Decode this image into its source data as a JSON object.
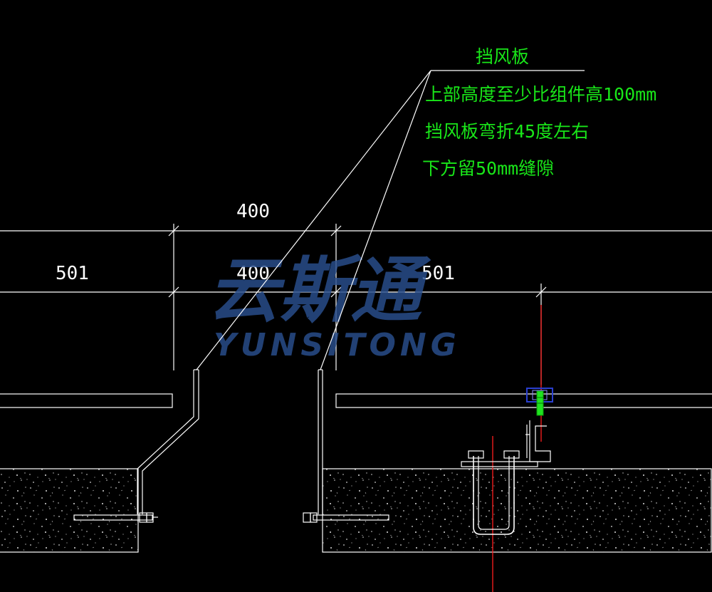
{
  "annotation": {
    "title": "挡风板",
    "lines": [
      "上部高度至少比组件高100mm",
      "挡风板弯折45度左右",
      "下方留50mm缝隙"
    ]
  },
  "dimensions": {
    "top": "400",
    "left": "501",
    "middle": "400",
    "right": "501"
  },
  "watermark": {
    "chinese": "云斯通",
    "english": "YUNSITONG"
  },
  "colors": {
    "background": "#000000",
    "annotation": "#19e619",
    "linework": "#ffffff",
    "centerline": "#ff2020",
    "clamp": "#2a3fd0",
    "watermark": "#2a4f8f"
  }
}
